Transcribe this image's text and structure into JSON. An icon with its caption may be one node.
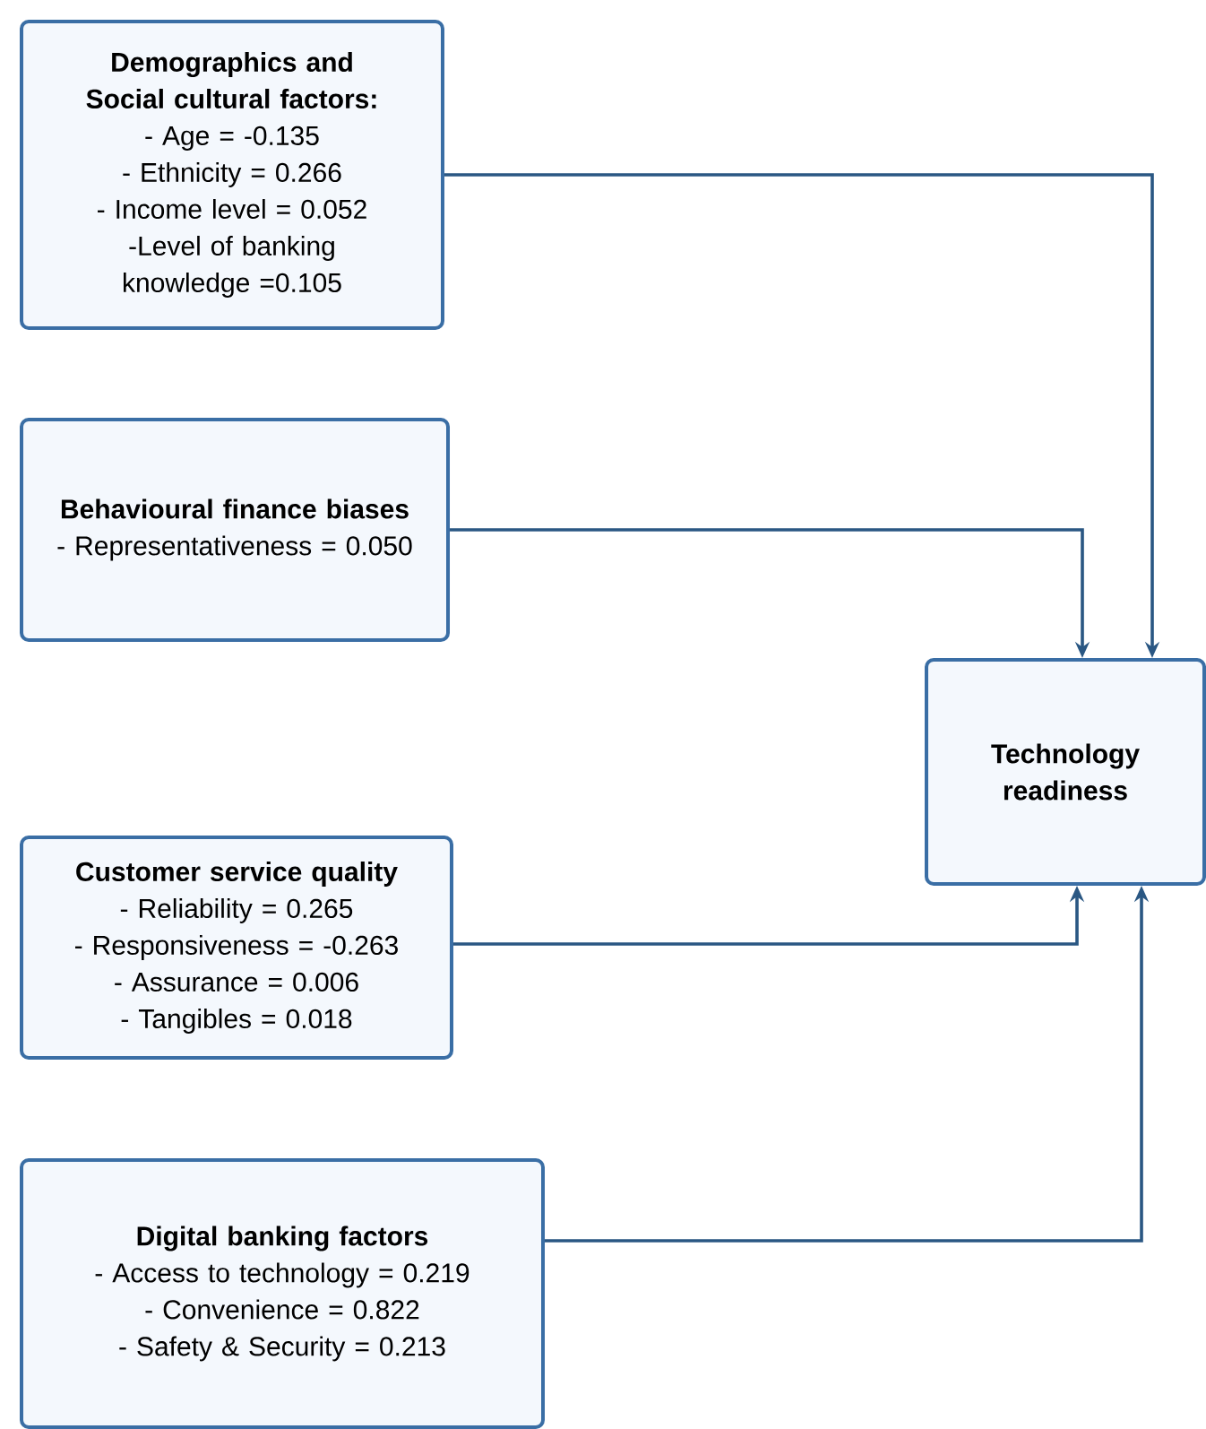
{
  "diagram": {
    "nodes": [
      {
        "text": [
          "Demographics and Social cultural factors:",
          "- Age = -0.135",
          "- Ethnicity = 0.266",
          "- Income level = 0.052",
          "-Level of banking knowledge =0.105"
        ]
      },
      {
        "text": [
          "Behavioural finance biases",
          "- Representativeness = 0.050"
        ]
      },
      {
        "text": [
          "Customer service quality",
          "- Reliability = 0.265",
          "- Responsiveness = -0.263",
          "- Assurance = 0.006",
          "- Tangibles = 0.018"
        ]
      },
      {
        "text": [
          "Digital banking factors",
          "- Access to technology = 0.219",
          "- Convenience = 0.822",
          "- Safety & Security = 0.213"
        ]
      },
      {
        "text": [
          "Technology readiness"
        ]
      }
    ],
    "edges": [
      {
        "from": 0,
        "to": 4,
        "arrow": "to"
      },
      {
        "from": 1,
        "to": 4,
        "arrow": "to"
      },
      {
        "from": 2,
        "to": 4,
        "arrow": "to"
      },
      {
        "from": 3,
        "to": 4,
        "arrow": "to"
      }
    ]
  }
}
